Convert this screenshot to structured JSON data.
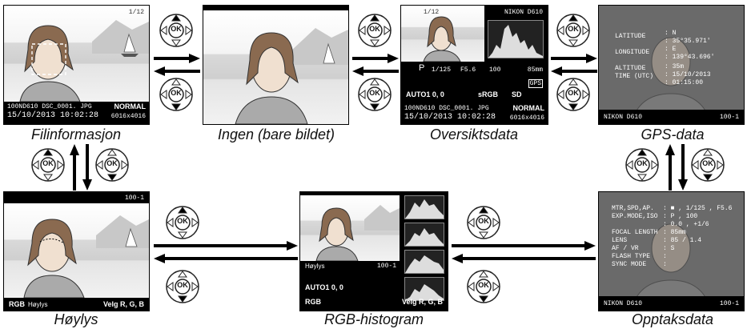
{
  "captions": {
    "file_info": "Filinformasjon",
    "none": "Ingen (bare bildet)",
    "overview": "Oversiktsdata",
    "gps": "GPS-data",
    "highlights": "Høylys",
    "rgb": "RGB-histogram",
    "shooting": "Opptaksdata"
  },
  "file_info": {
    "counter": "1/12",
    "folder_line": "100ND610 DSC_0001. JPG",
    "quality": "NORMAL",
    "date": "15/10/2013 10:02:28",
    "size": "6016x4016"
  },
  "overview": {
    "counter": "1/12",
    "camera": "NIKON D610",
    "mode": "P",
    "shutter": "1/125",
    "aperture": "F5.6",
    "iso": "100",
    "focal": "85mm",
    "wb": "AUTO1 0, 0",
    "color_space": "sRGB",
    "picture_control": "SD",
    "gps_tag": "GPS",
    "folder_line": "100ND610 DSC_0001. JPG",
    "quality": "NORMAL",
    "date": "15/10/2013 10:02:28",
    "size": "6016x4016"
  },
  "gps": {
    "latitude_label": "LATITUDE",
    "latitude_dir": ": N",
    "latitude_val": ": 35°35.971'",
    "longitude_label": "LONGITUDE",
    "longitude_dir": ": E",
    "longitude_val": ": 139°43.696'",
    "altitude_label": "ALTITUDE",
    "altitude_val": ": 35m",
    "time_label": "TIME (UTC)",
    "time_date": ": 15/10/2013",
    "time_val": ": 01:15:00",
    "camera": "NIKON D610",
    "frame": "100-1"
  },
  "highlights": {
    "frame": "100-1",
    "left_label": "RGB",
    "mode_label": "Høylys",
    "right_label": "Velg R, G, B"
  },
  "rgb": {
    "mode_label": "Høylys",
    "frame": "100-1",
    "wb": "AUTO1 0, 0",
    "left_label": "RGB",
    "right_label": "Velg R, G, B"
  },
  "shooting": {
    "row1_label": "MTR,SPD,AP.",
    "row1_val": ": ■ , 1/125 , F5.6",
    "row2_label": "EXP.MODE,ISO",
    "row2_val": ": P , 100",
    "row3_val": ": 0.0 , +1/6",
    "row4_label": "FOCAL LENGTH",
    "row4_val": ": 85mm",
    "row5_label": "LENS",
    "row5_val": ": 85 / 1.4",
    "row6_label": "AF / VR",
    "row6_val": ": S",
    "row7_label": "FLASH TYPE",
    "row7_val": ":",
    "row8_label": "SYNC MODE",
    "row8_val": ":",
    "camera": "NIKON D610",
    "frame": "100-1"
  },
  "dial_ok": "OK"
}
